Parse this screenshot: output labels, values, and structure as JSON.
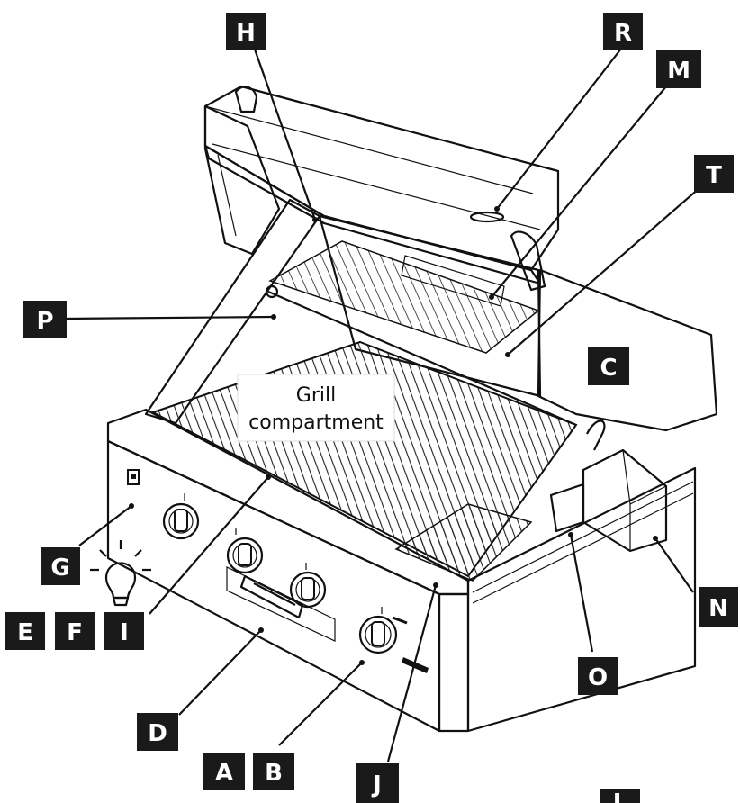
{
  "diagram": {
    "caption_line1": "Grill",
    "caption_line2": "compartment",
    "labels": {
      "H": "H",
      "R": "R",
      "M": "M",
      "T": "T",
      "P": "P",
      "C": "C",
      "G": "G",
      "N": "N",
      "E": "E",
      "F": "F",
      "I": "I",
      "O": "O",
      "D": "D",
      "A": "A",
      "B": "B",
      "J": "J",
      "L": "L"
    },
    "colors": {
      "label_bg": "#1a1a1a",
      "label_text": "#ffffff",
      "line": "#111111"
    },
    "icons": [
      "light-bulb-icon",
      "switch-icon",
      "control-knob-icon",
      "door-handle-icon",
      "brand-plate-icon"
    ]
  }
}
